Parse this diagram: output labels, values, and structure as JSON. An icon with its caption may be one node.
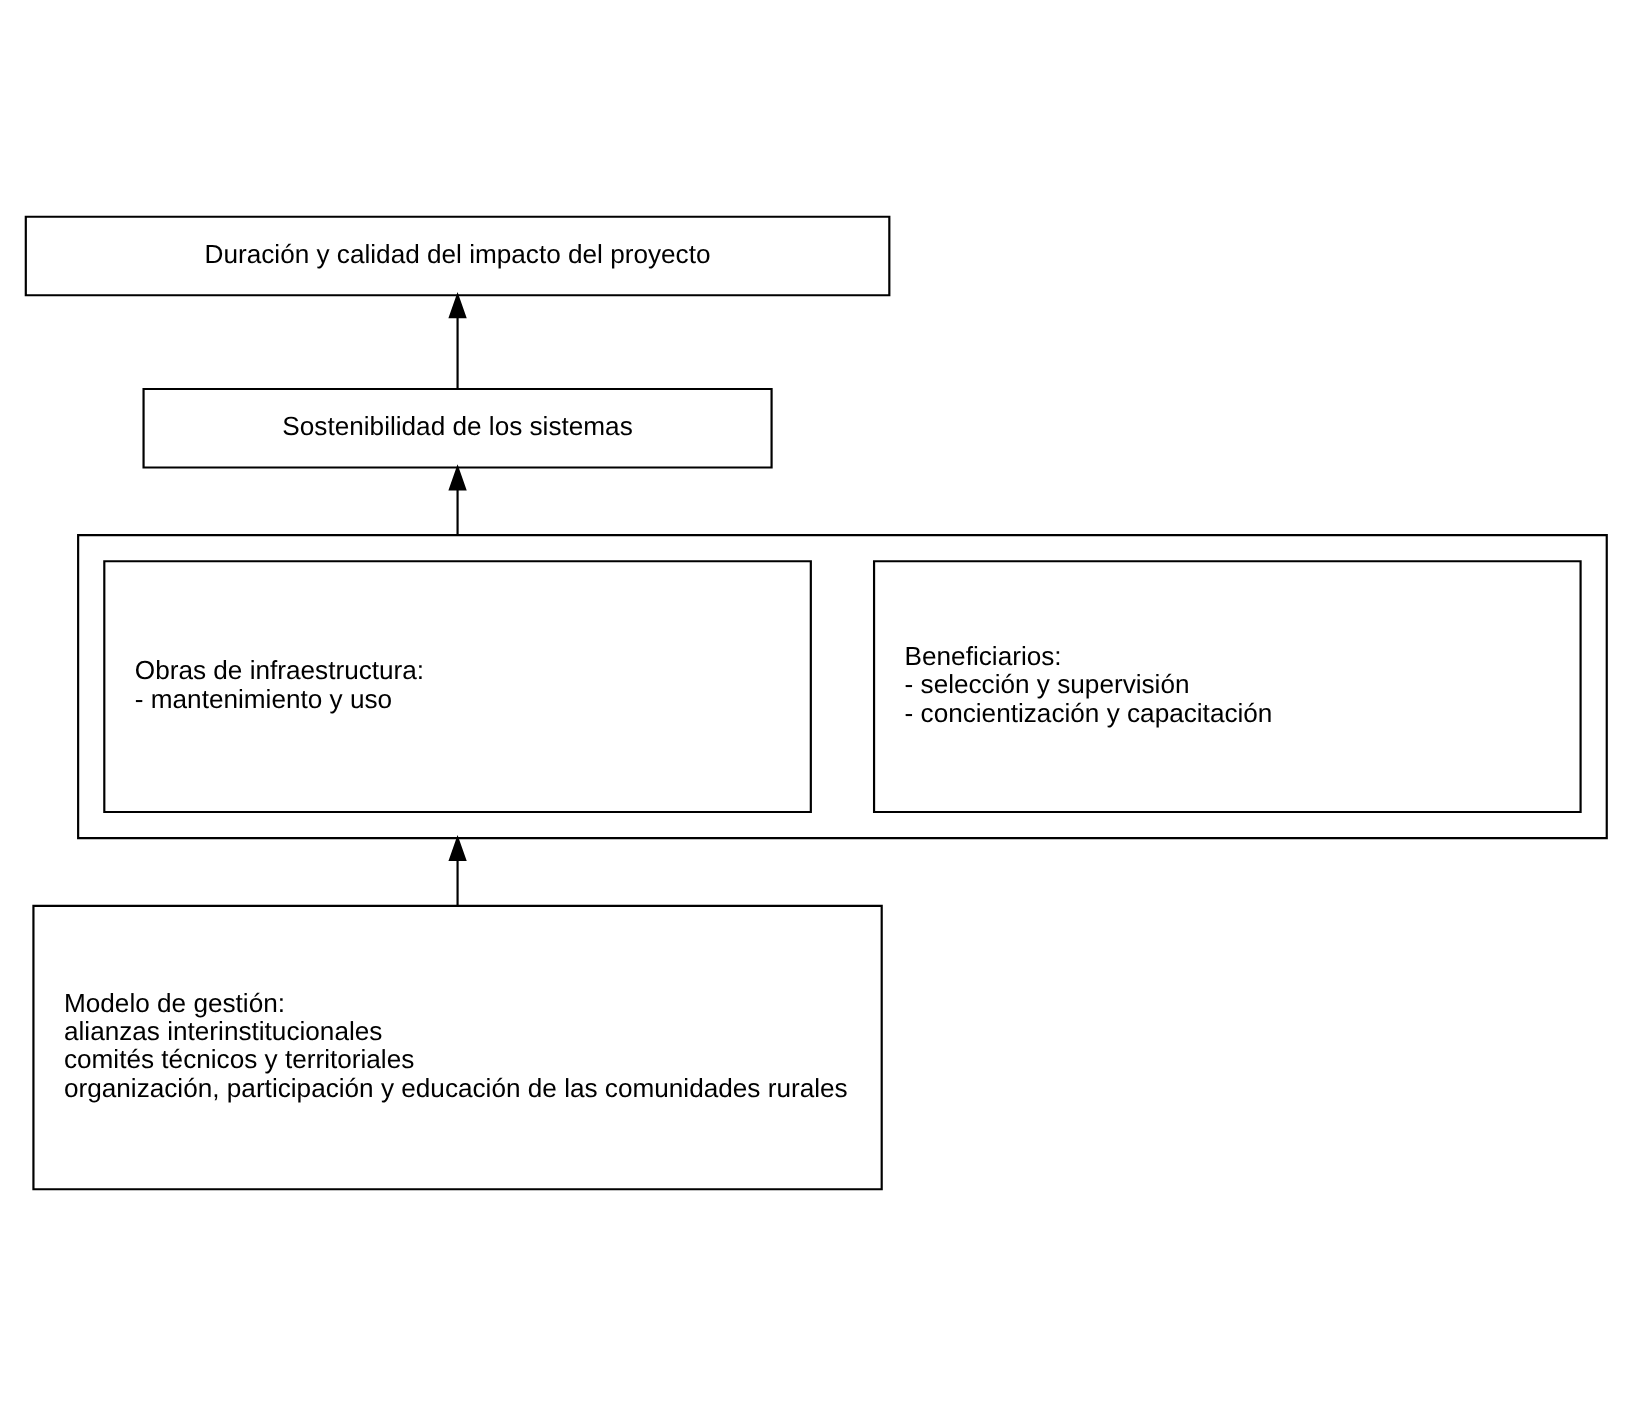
{
  "diagram": {
    "nodes": [
      {
        "text": [
          "Duración y calidad del impacto del proyecto"
        ]
      },
      {
        "text": [
          "Sostenibilidad de los sistemas"
        ]
      },
      {
        "text": [],
        "shape": "box"
      },
      {
        "text": [
          "Obras de infraestructura:",
          "- mantenimiento y uso"
        ],
        "in": 2
      },
      {
        "text": [
          "Beneficiarios:",
          "- selección y supervisión",
          "- concientización y capacitación"
        ],
        "in": 2
      },
      {
        "text": [
          "Modelo de gestión:",
          "alianzas interinstitucionales",
          "comités técnicos y territoriales",
          "organización, participación y educación de las comunidades rurales"
        ]
      }
    ],
    "edges": [
      {
        "from": 5,
        "to": 2,
        "arrow": "to"
      },
      {
        "from": 2,
        "to": 1,
        "arrow": "to"
      },
      {
        "from": 1,
        "to": 0,
        "arrow": "to"
      }
    ]
  }
}
